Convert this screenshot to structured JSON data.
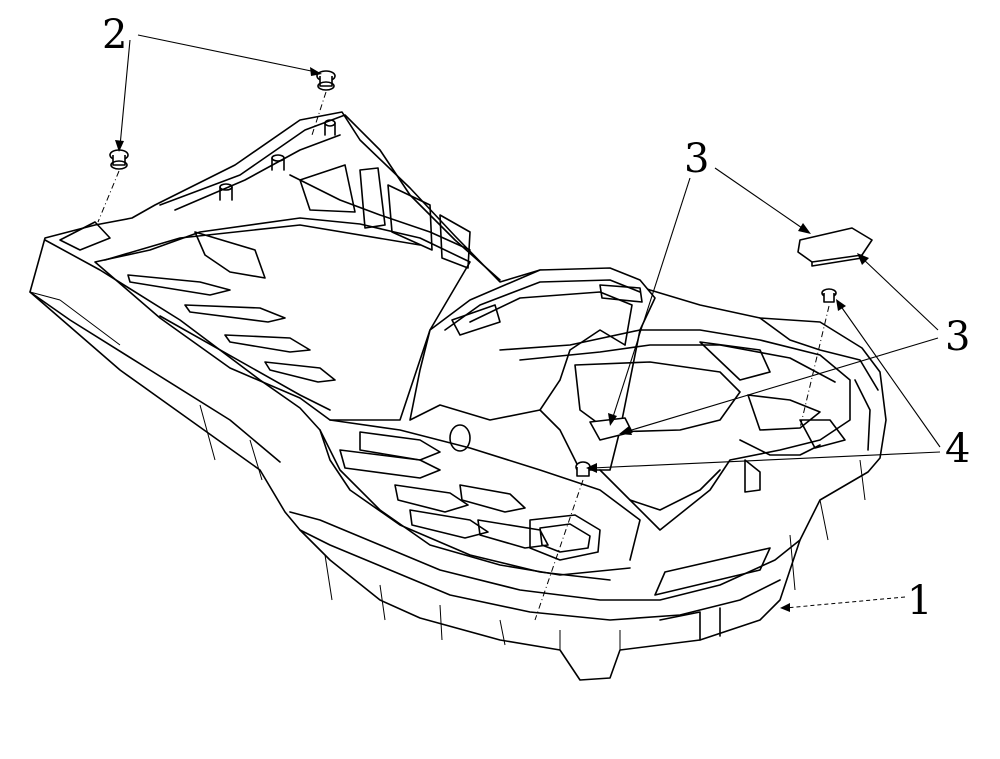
{
  "callouts": [
    {
      "id": "1",
      "text": "1"
    },
    {
      "id": "2",
      "text": "2"
    },
    {
      "id": "3a",
      "text": "3"
    },
    {
      "id": "3b",
      "text": "3"
    },
    {
      "id": "4",
      "text": "4"
    }
  ],
  "colors": {
    "line": "#000000",
    "background": "#ffffff"
  }
}
